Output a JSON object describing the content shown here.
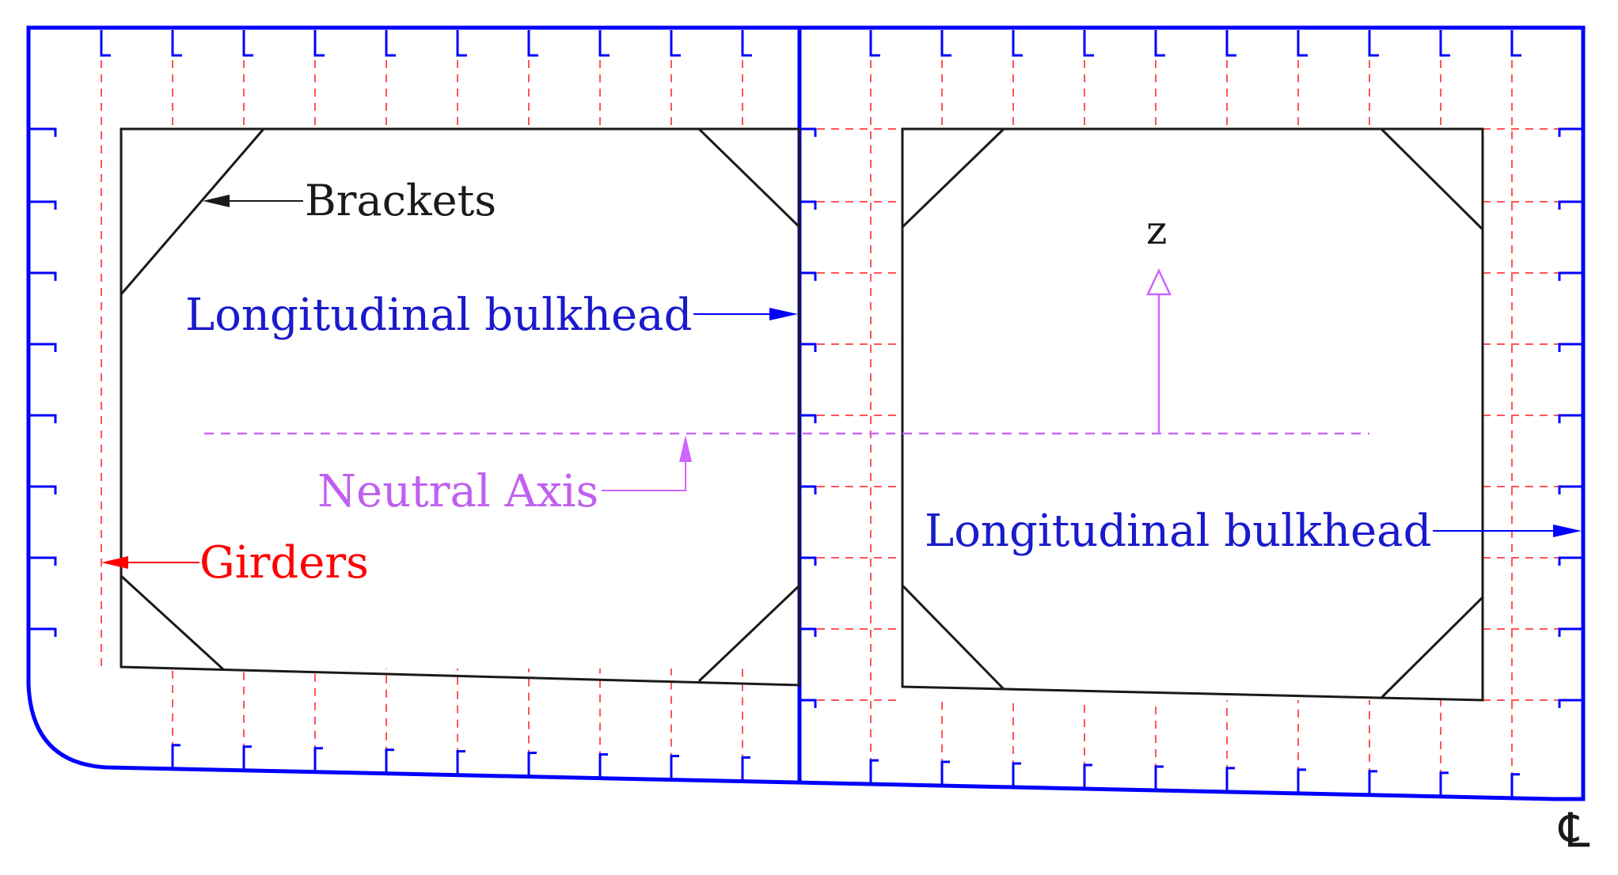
{
  "labels": {
    "brackets": "Brackets",
    "longitudinal_bulkhead_1": "Longitudinal bulkhead",
    "longitudinal_bulkhead_2": "Longitudinal bulkhead",
    "neutral_axis": "Neutral Axis",
    "girders": "Girders",
    "z_axis": "z",
    "centerline": "℄"
  },
  "colors": {
    "hull": "#0000ff",
    "girder": "#ff5555",
    "neutral_axis": "#cc66ff",
    "outline": "#1a1a1a",
    "label_blue": "#1a1acc",
    "label_red": "#ff0000",
    "label_purple": "#c060f0"
  }
}
